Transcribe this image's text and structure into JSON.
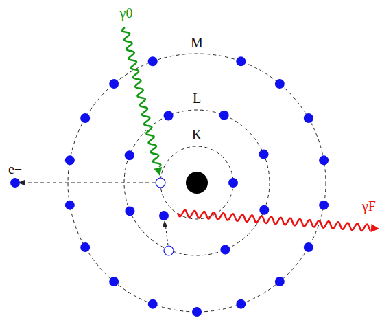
{
  "diagram": {
    "labels": [
      "γ0",
      "M",
      "L",
      "K",
      "e−",
      "γF"
    ]
  }
}
